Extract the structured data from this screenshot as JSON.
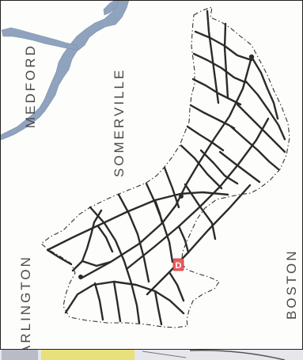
{
  "map": {
    "labels": {
      "medford": "MEDFORD",
      "somerville": "SOMERVILLE",
      "arlington": "ARLINGTON",
      "boston": "BOSTON"
    },
    "marker": {
      "letter": "D",
      "color": "#e85c5c"
    },
    "colors": {
      "water": "#8fa3bf",
      "roads": "#2b2b2b",
      "boundary": "#333333",
      "background": "#fdfdfb",
      "bottom_strip_yellow": "#e8e07a",
      "bottom_strip_gray": "#b9bcc6"
    }
  }
}
